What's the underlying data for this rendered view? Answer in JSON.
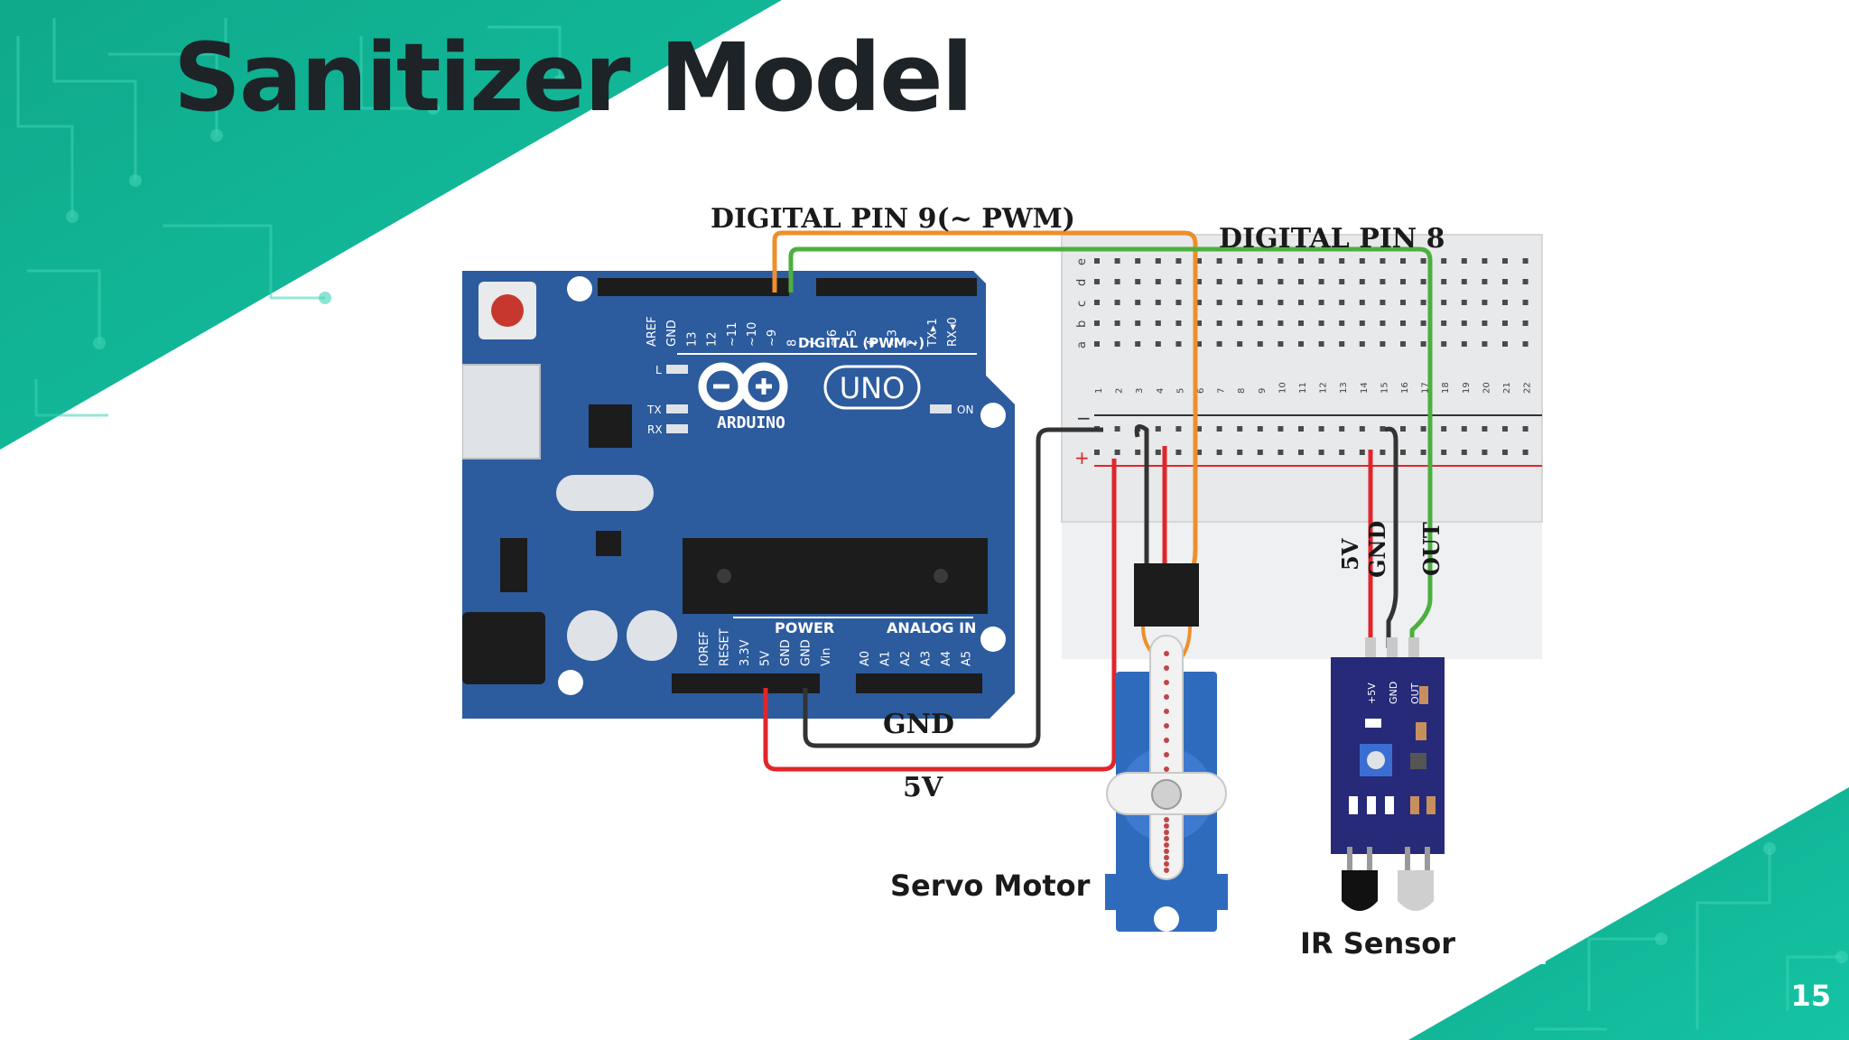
{
  "slide": {
    "title": "Sanitizer Model",
    "page_number": "15"
  },
  "diagram": {
    "wire_labels": {
      "pin9": "DIGITAL PIN 9(~ PWM)",
      "pin8": "DIGITAL PIN 8",
      "gnd": "GND",
      "five_v": "5V"
    },
    "component_labels": {
      "servo": "Servo Motor",
      "ir_sensor": "IR Sensor"
    },
    "sensor_wire_labels": {
      "five_v": "5V",
      "gnd": "GND",
      "out": "OUT"
    },
    "board": {
      "brand": "ARDUINO",
      "model": "UNO",
      "digital_header": "DIGITAL (PWM~)",
      "power_header": "POWER",
      "analog_header": "ANALOG IN",
      "on_label": "ON",
      "l_label": "L",
      "tx_label": "TX",
      "rx_label": "RX",
      "digital_pins": [
        "AREF",
        "GND",
        "13",
        "12",
        "~11",
        "~10",
        "~9",
        "8",
        "7",
        "~6",
        "~5",
        "4",
        "~3",
        "2",
        "TX▸1",
        "RX◂0"
      ],
      "power_pins": [
        "IOREF",
        "RESET",
        "3.3V",
        "5V",
        "GND",
        "GND",
        "Vin"
      ],
      "analog_pins": [
        "A0",
        "A1",
        "A2",
        "A3",
        "A4",
        "A5"
      ]
    },
    "sensor_pins": [
      "+5V",
      "GND",
      "OUT"
    ],
    "breadboard": {
      "row_letters": [
        "e",
        "d",
        "c",
        "b",
        "a"
      ],
      "columns": [
        "1",
        "2",
        "3",
        "4",
        "5",
        "6",
        "7",
        "8",
        "9",
        "10",
        "11",
        "12",
        "13",
        "14",
        "15",
        "16",
        "17",
        "18",
        "19",
        "20",
        "21",
        "22"
      ],
      "rail_minus": "−",
      "rail_plus": "+"
    },
    "colors": {
      "wire_pwm": "#ee8f2b",
      "wire_signal": "#4caf3f",
      "wire_power": "#e0262b",
      "wire_ground": "#333333",
      "board": "#2c5b9e",
      "servo": "#2f6bbd",
      "sensor": "#272a78",
      "accent": "#12b394"
    }
  }
}
